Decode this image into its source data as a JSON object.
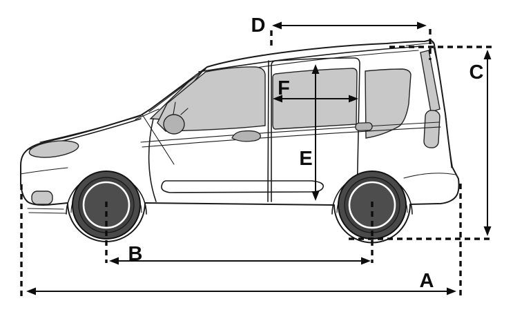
{
  "diagram": {
    "labels": {
      "A": "A",
      "B": "B",
      "C": "C",
      "D": "D",
      "E": "E",
      "F": "F"
    }
  },
  "colors": {
    "line": "#1a1a1a",
    "glass_gray": "#c8c8c8",
    "mirror_gray": "#b3b3b3",
    "tire_dark": "#4a4a4a",
    "hub_gray": "#4d4d4d",
    "label_black": "#0d0d0d"
  }
}
